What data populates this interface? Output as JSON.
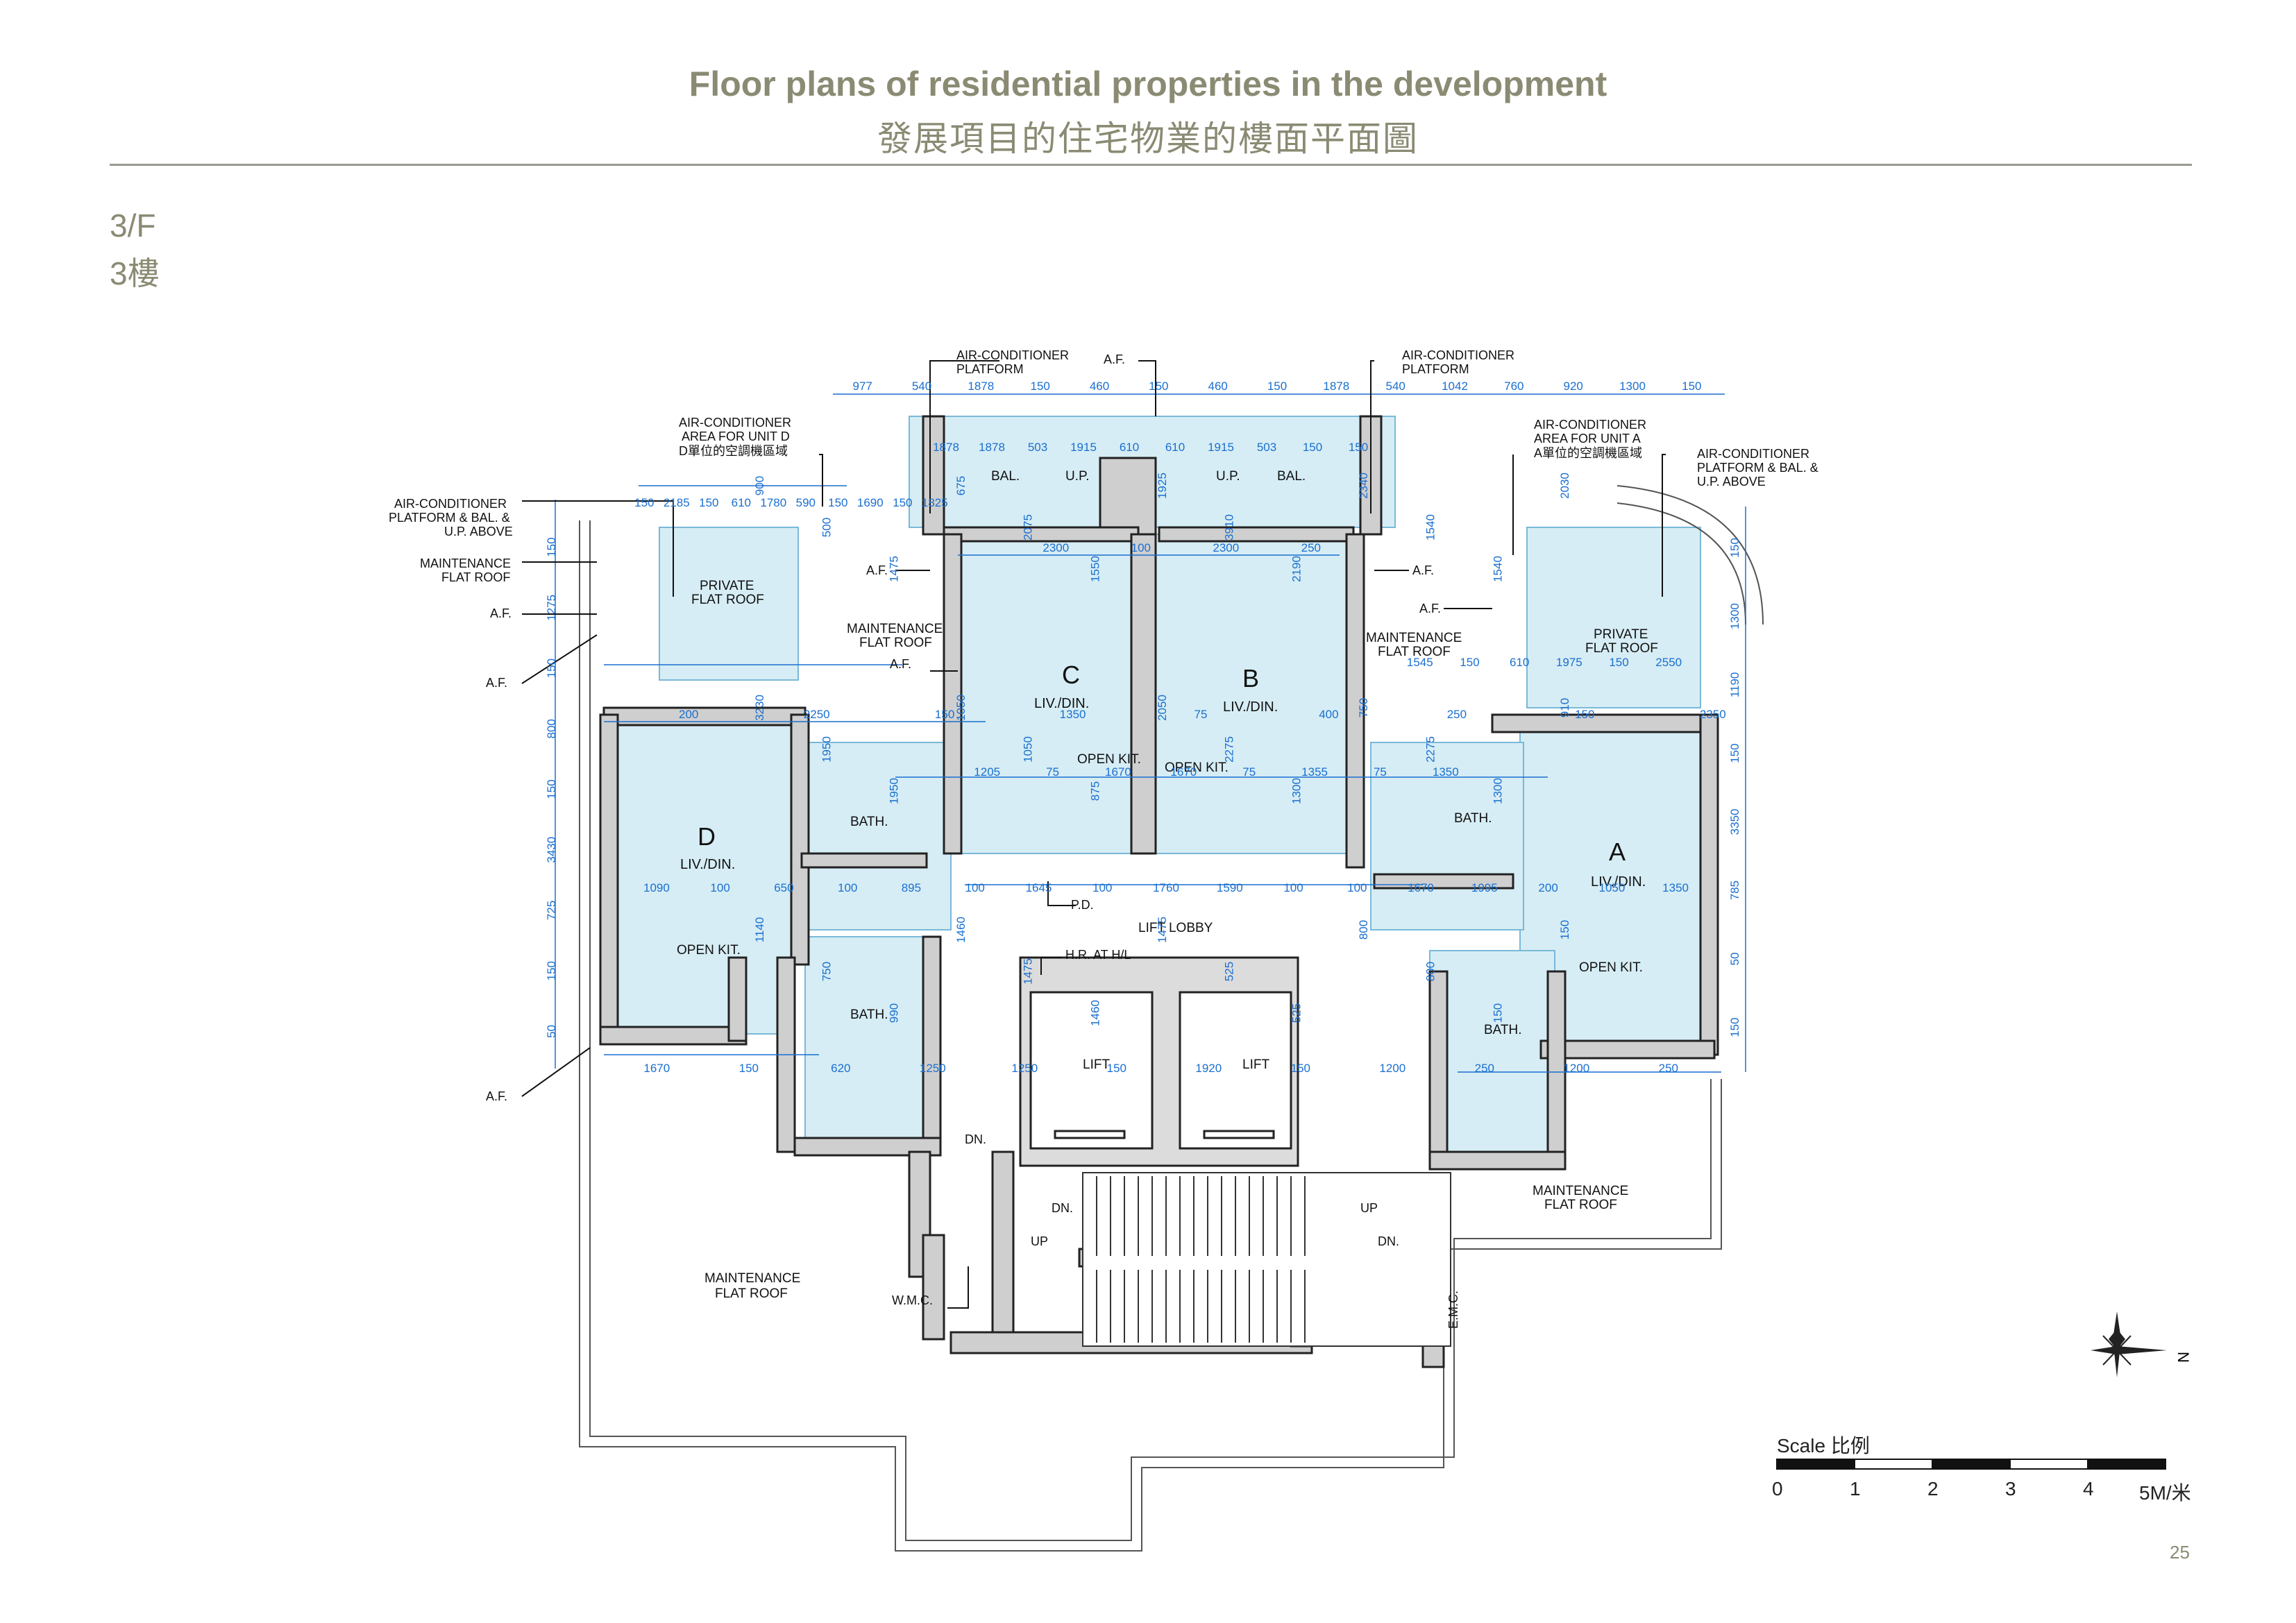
{
  "header": {
    "title_en": "Floor plans of residential properties in the development",
    "title_zh": "發展項目的住宅物業的樓面平面圖"
  },
  "floor": {
    "en": "3/F",
    "zh": "3樓"
  },
  "units": {
    "a": {
      "letter": "A",
      "room": "LIV./DIN."
    },
    "b": {
      "letter": "B",
      "room": "LIV./DIN."
    },
    "c": {
      "letter": "C",
      "room": "LIV./DIN."
    },
    "d": {
      "letter": "D",
      "room": "LIV./DIN."
    }
  },
  "labels": {
    "ac_platform": "AIR-CONDITIONER",
    "platform": "PLATFORM",
    "af": "A.F.",
    "ac_area": "AIR-CONDITIONER",
    "area_for_unit_d": "AREA FOR UNIT D",
    "area_d_zh": "D單位的空調機區域",
    "area_for_unit_a": "AREA FOR UNIT A",
    "area_a_zh": "A單位的空調機區域",
    "platform_bal": "PLATFORM & BAL. &",
    "up_above": "U.P. ABOVE",
    "maintenance": "MAINTENANCE",
    "flat_roof": "FLAT ROOF",
    "private": "PRIVATE",
    "bal": "BAL.",
    "up": "U.P.",
    "open_kit": "OPEN KIT.",
    "bath": "BATH.",
    "lift_lobby": "LIFT LOBBY",
    "hr": "H.R. AT H/L",
    "pd": "P.D.",
    "lift": "LIFT",
    "dn": "DN.",
    "up_stair": "UP",
    "wmc": "W.M.C.",
    "emc": "E.M.C."
  },
  "dims": {
    "top_row": [
      "977",
      "540",
      "1878",
      "150",
      "460",
      "150",
      "460",
      "150",
      "1878",
      "540",
      "1042",
      "760",
      "920",
      "1300",
      "150"
    ],
    "bal_row": [
      "1878",
      "1878",
      "503",
      "1915",
      "610",
      "610",
      "1915",
      "503",
      "150",
      "150"
    ],
    "liv_row": [
      "2300",
      "100",
      "2300",
      "250"
    ],
    "d_row": [
      "150",
      "2185",
      "150",
      "610",
      "1780",
      "590",
      "150",
      "1690",
      "150",
      "1825"
    ],
    "a_row": [
      "1545",
      "150",
      "610",
      "1975",
      "150",
      "2550"
    ],
    "mid_row": [
      "200",
      "2250",
      "150",
      "1350",
      "75",
      "400",
      "250",
      "150",
      "2350"
    ],
    "kit_row": [
      "1205",
      "75",
      "1670",
      "1670",
      "75",
      "1355",
      "75",
      "1350"
    ],
    "low_row": [
      "1090",
      "100",
      "650",
      "100",
      "895",
      "100",
      "1645",
      "100",
      "1760",
      "1590",
      "100",
      "100",
      "1670",
      "1995",
      "200",
      "1050",
      "1350"
    ],
    "bot_row": [
      "1670",
      "150",
      "620",
      "1250",
      "1250",
      "150",
      "1920",
      "150",
      "1200",
      "250",
      "1200",
      "250"
    ],
    "v_left": [
      "150",
      "1275",
      "150",
      "800",
      "150",
      "3430",
      "725",
      "150",
      "50"
    ],
    "v_right": [
      "150",
      "1300",
      "1190",
      "150",
      "3350",
      "785",
      "50",
      "150"
    ],
    "v_misc": [
      "900",
      "500",
      "1475",
      "675",
      "2075",
      "1550",
      "1925",
      "3910",
      "2190",
      "2340",
      "1540",
      "1540",
      "2030",
      "3230",
      "1950",
      "1950",
      "1050",
      "1050",
      "875",
      "2050",
      "2275",
      "1300",
      "750",
      "2275",
      "1300",
      "910",
      "1140",
      "750",
      "990",
      "1460",
      "1475",
      "1460",
      "1475",
      "525",
      "525",
      "800",
      "800",
      "150",
      "150"
    ]
  },
  "scale": {
    "label": "Scale 比例",
    "ticks": [
      "0",
      "1",
      "2",
      "3",
      "4"
    ],
    "end": "5M/米"
  },
  "compass": {
    "label": "N"
  },
  "page_number": "25"
}
